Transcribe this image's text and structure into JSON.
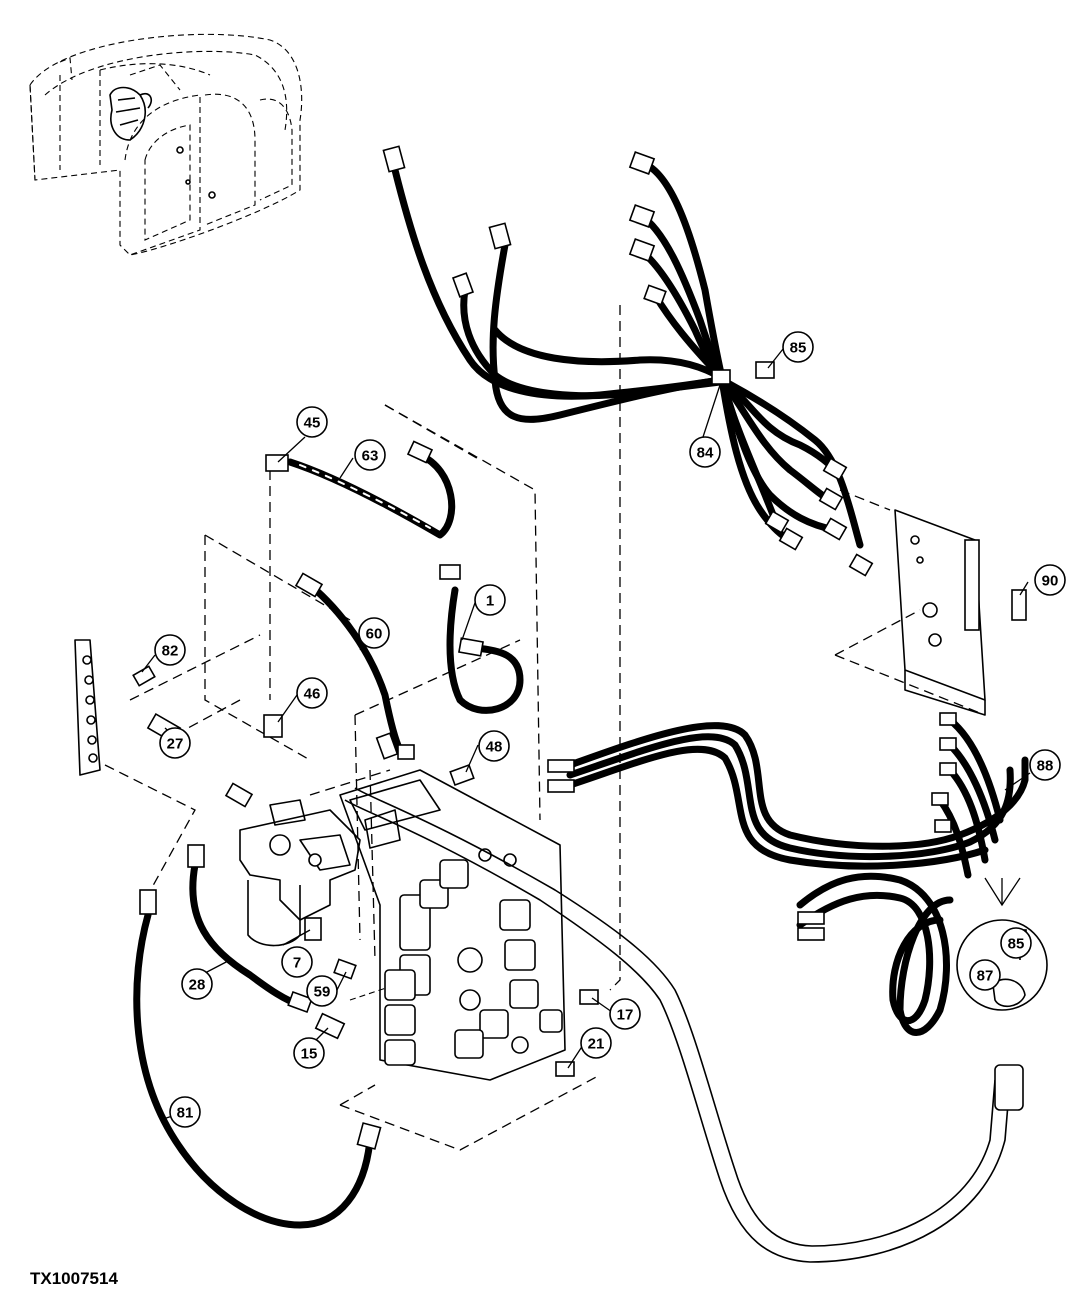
{
  "figure_id": "TX1007514",
  "callouts": [
    "1",
    "7",
    "15",
    "17",
    "21",
    "27",
    "28",
    "45",
    "46",
    "48",
    "59",
    "60",
    "63",
    "81",
    "82",
    "84",
    "85",
    "85",
    "87",
    "88",
    "90"
  ]
}
